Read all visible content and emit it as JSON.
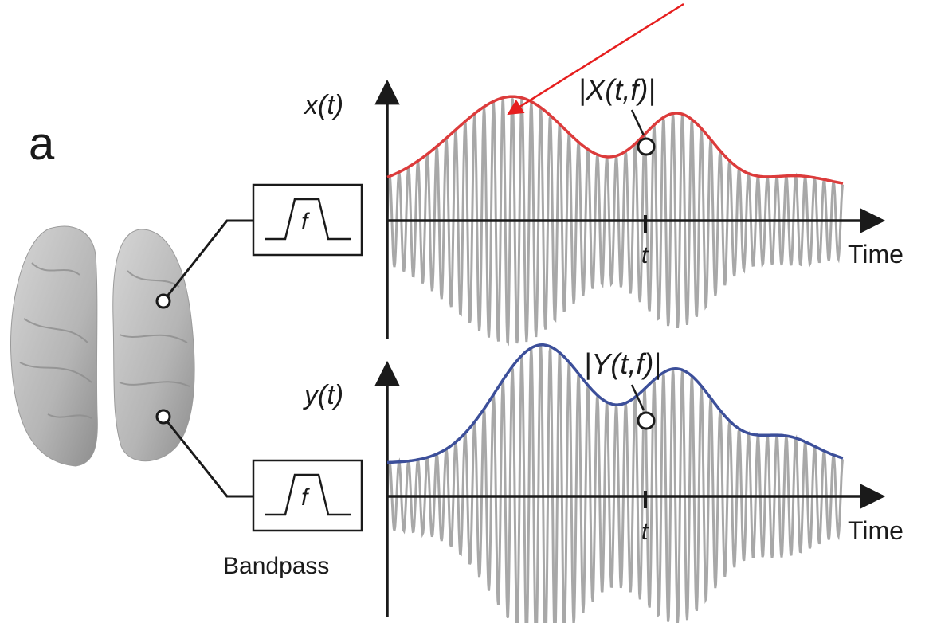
{
  "panel_label": "a",
  "filter_label": "f",
  "filter_caption": "Bandpass",
  "top_signal": {
    "y_label": "x(t)",
    "envelope_label": "|X(t,f)|",
    "x_axis_label": "Time",
    "t_marker": "t",
    "envelope_color": "#dc3b3b"
  },
  "bottom_signal": {
    "y_label": "y(t)",
    "envelope_label": "|Y(t,f)|",
    "x_axis_label": "Time",
    "t_marker": "t",
    "envelope_color": "#3c4f9a"
  },
  "carrier_color": "#a8a8a8",
  "annotation_arrow_color": "#e61e1e"
}
